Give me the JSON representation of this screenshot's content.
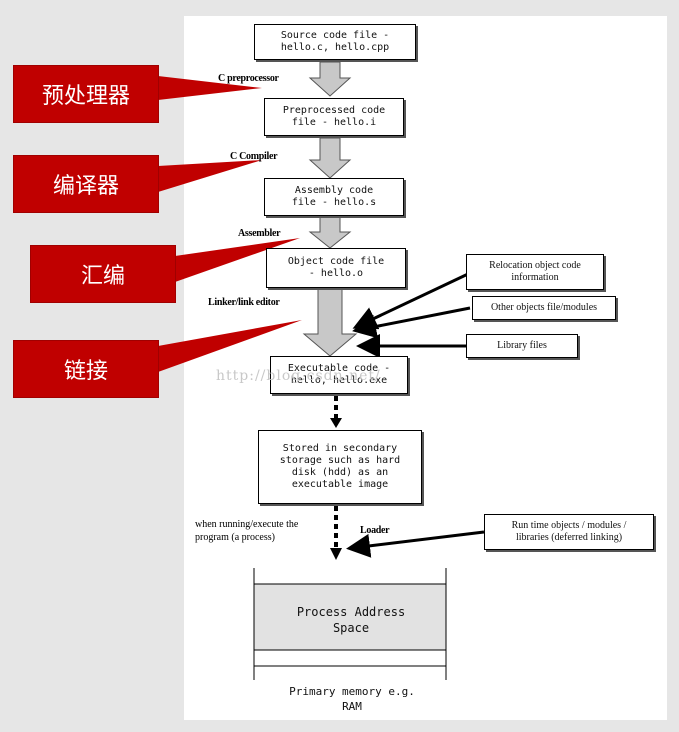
{
  "stages": {
    "source": "Source code file -\nhello.c, hello.cpp",
    "preprocessed": "Preprocessed code\nfile - hello.i",
    "assembly": "Assembly code\nfile - hello.s",
    "object": "Object code file\n- hello.o",
    "executable": "Executable code -\nhello, hello.exe",
    "stored": "Stored in secondary\nstorage such as hard\ndisk (hdd) as an\nexecutable image"
  },
  "step_labels": {
    "preprocessor": "C preprocessor",
    "compiler": "C Compiler",
    "assembler": "Assembler",
    "linker": "Linker/link editor",
    "loader": "Loader"
  },
  "side_inputs": {
    "relocation": "Relocation object code\ninformation",
    "other_objects": "Other objects file/modules",
    "library": "Library files",
    "runtime": "Run time objects / modules /\nlibraries (deferred linking)"
  },
  "notes": {
    "when_running": "when running/execute the\nprogram (a process)"
  },
  "memory": {
    "process_space": "Process Address\nSpace",
    "primary_memory": "Primary memory e.g.\nRAM"
  },
  "callouts": {
    "preprocessor": "预处理器",
    "compiler": "编译器",
    "assembler": "汇编",
    "linker": "链接"
  },
  "watermark": "http://blog.csdn.net/",
  "colors": {
    "callout_red": "#c00000",
    "arrow_gray": "#c8c8c8",
    "background": "#e6e6e6"
  }
}
